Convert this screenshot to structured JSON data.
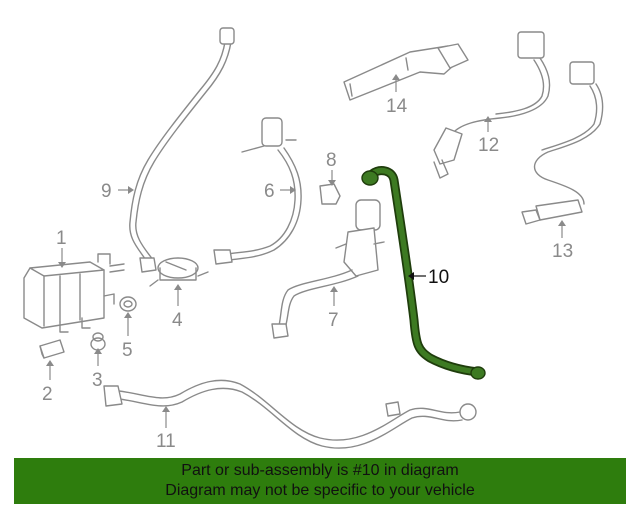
{
  "callouts": {
    "c1": "1",
    "c2": "2",
    "c3": "3",
    "c4": "4",
    "c5": "5",
    "c6": "6",
    "c7": "7",
    "c8": "8",
    "c9": "9",
    "c10": "10",
    "c11": "11",
    "c12": "12",
    "c13": "13",
    "c14": "14"
  },
  "banner": {
    "line1": "Part or sub-assembly is #10 in diagram",
    "line2": "Diagram may not be specific to your vehicle",
    "background": "#2e7d0d"
  },
  "highlight_color": "#3d7a22"
}
